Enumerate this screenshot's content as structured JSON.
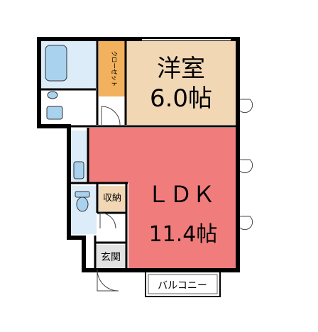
{
  "rooms": {
    "western_room": {
      "name": "洋室",
      "size": "6.0帖"
    },
    "ldk": {
      "name": "ＬＤＫ",
      "size": "11.4帖"
    },
    "closet": "クローゼット",
    "storage": "収納",
    "entrance": "玄関",
    "balcony": "バルコニー"
  },
  "colors": {
    "western_room": "#f2d7b5",
    "ldk": "#f07c7c",
    "closet": "#f2b15c",
    "storage": "#f2d7b5",
    "entrance": "#e2e2e2",
    "wet_area": "#dcecf8",
    "fixture": "#a9d2ef",
    "wall": "#000000"
  }
}
